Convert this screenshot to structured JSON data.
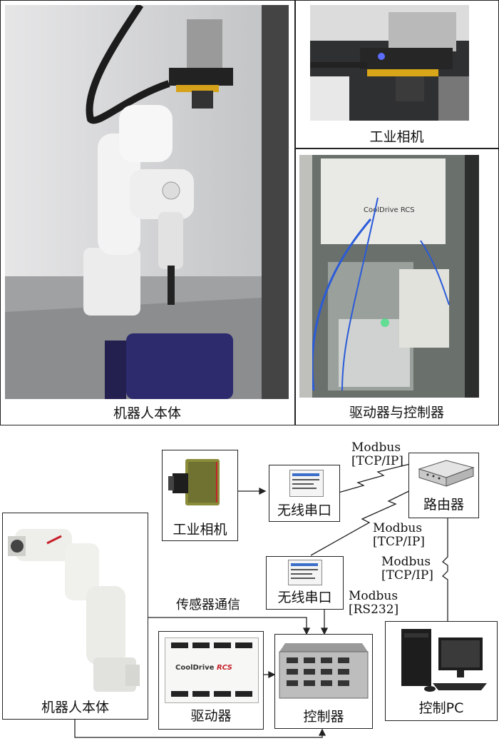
{
  "photos": {
    "robot_body": "机器人本体",
    "industrial_camera": "工业相机",
    "driver_controller": "驱动器与控制器"
  },
  "diagram": {
    "camera": "工业相机",
    "wireless_serial_top": "无线串口",
    "router": "路由器",
    "wireless_serial_mid": "无线串口",
    "robot_body": "机器人本体",
    "driver": "驱动器",
    "controller": "控制器",
    "control_pc": "控制PC",
    "sensor_comm": "传感器通信",
    "link_top_1": "Modbus",
    "link_top_2": "[TCP/IP]",
    "link_mid_1": "Modbus",
    "link_mid_2": "[TCP/IP]",
    "link_pc_1": "Modbus",
    "link_pc_2": "[TCP/IP]",
    "link_rs_1": "Modbus",
    "link_rs_2": "[RS232]",
    "driver_brand": "CoolDrive",
    "driver_brand_sub": "RCS"
  },
  "colors": {
    "wall": "#d9dadb",
    "robot": "#f2f2f2",
    "vise": "#2d2a6e",
    "cabinet": "#5f6560",
    "camera_body": "#8a8c3a",
    "accent_red": "#c8202a"
  }
}
